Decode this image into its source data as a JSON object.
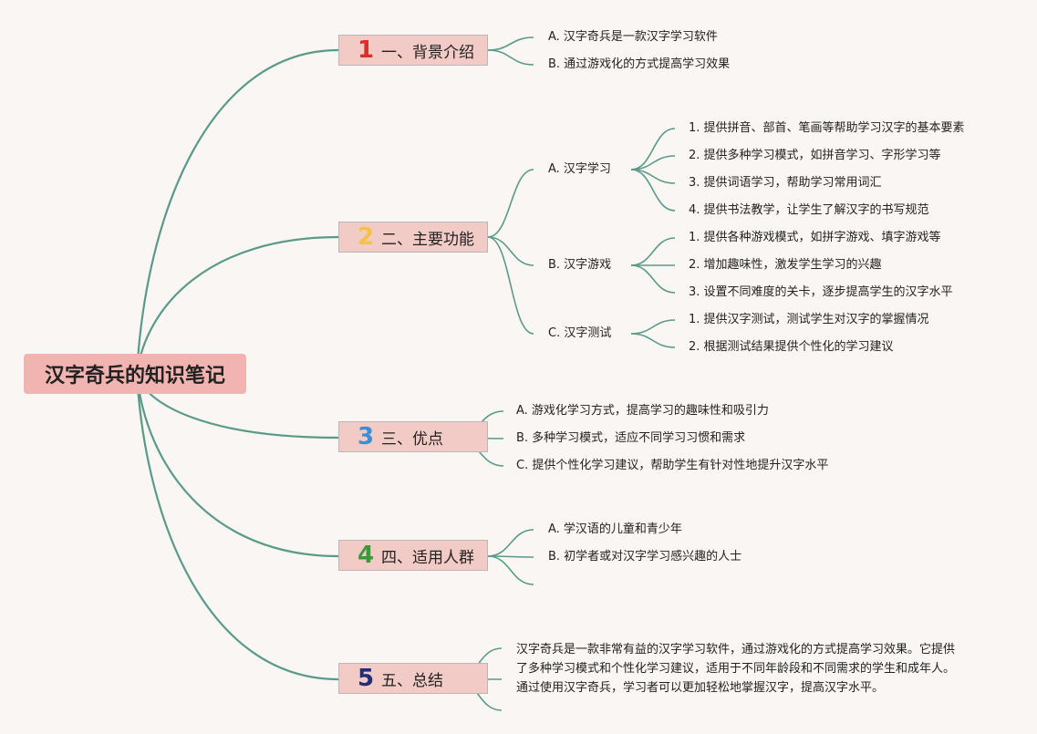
{
  "root": {
    "title": "汉字奇兵的知识笔记"
  },
  "sections": [
    {
      "num": "1",
      "num_color": "#e02b2b",
      "title": "一、背景介绍",
      "items": [
        {
          "label": "A. 汉字奇兵是一款汉字学习软件"
        },
        {
          "label": "B. 通过游戏化的方式提高学习效果"
        }
      ]
    },
    {
      "num": "2",
      "num_color": "#f5c342",
      "title": "二、主要功能",
      "items": [
        {
          "label": "A. 汉字学习",
          "children": [
            "1. 提供拼音、部首、笔画等帮助学习汉字的基本要素",
            "2. 提供多种学习模式，如拼音学习、字形学习等",
            "3. 提供词语学习，帮助学习常用词汇",
            "4. 提供书法教学，让学生了解汉字的书写规范"
          ]
        },
        {
          "label": "B. 汉字游戏",
          "children": [
            "1. 提供各种游戏模式，如拼字游戏、填字游戏等",
            "2. 增加趣味性，激发学生学习的兴趣",
            "3. 设置不同难度的关卡，逐步提高学生的汉字水平"
          ]
        },
        {
          "label": "C. 汉字测试",
          "children": [
            "1. 提供汉字测试，测试学生对汉字的掌握情况",
            "2. 根据测试结果提供个性化的学习建议"
          ]
        }
      ]
    },
    {
      "num": "3",
      "num_color": "#3a8fd6",
      "title": "三、优点",
      "items": [
        {
          "label": "A. 游戏化学习方式，提高学习的趣味性和吸引力"
        },
        {
          "label": "B. 多种学习模式，适应不同学习习惯和需求"
        },
        {
          "label": "C. 提供个性化学习建议，帮助学生有针对性地提升汉字水平"
        }
      ]
    },
    {
      "num": "4",
      "num_color": "#3a9a3a",
      "title": "四、适用人群",
      "items": [
        {
          "label": "A. 学汉语的儿童和青少年"
        },
        {
          "label": "B. 初学者或对汉字学习感兴趣的人士"
        }
      ]
    },
    {
      "num": "5",
      "num_color": "#1f2f7a",
      "title": "五、总结",
      "paragraph": "汉字奇兵是一款非常有益的汉字学习软件，通过游戏化的方式提高学习效果。它提供了多种学习模式和个性化学习建议，适用于不同年龄段和不同需求的学生和成年人。通过使用汉字奇兵，学习者可以更加轻松地掌握汉字，提高汉字水平。"
    }
  ],
  "colors": {
    "line": "#5b9a8a",
    "root_bg": "#f1b4b0",
    "section_bg": "#f3cbc6",
    "background": "#f9f6f4"
  }
}
